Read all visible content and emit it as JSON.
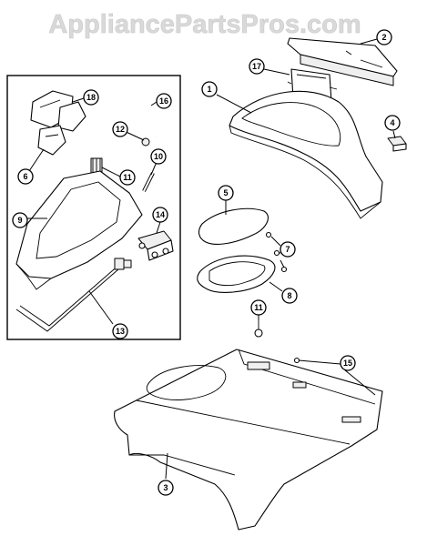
{
  "watermark": "AppliancePartsPros.com",
  "callouts": [
    {
      "label": "1"
    },
    {
      "label": "2"
    },
    {
      "label": "3"
    },
    {
      "label": "4"
    },
    {
      "label": "5"
    },
    {
      "label": "6"
    },
    {
      "label": "7"
    },
    {
      "label": "8"
    },
    {
      "label": "9"
    },
    {
      "label": "10"
    },
    {
      "label": "11"
    },
    {
      "label": "11"
    },
    {
      "label": "12"
    },
    {
      "label": "13"
    },
    {
      "label": "14"
    },
    {
      "label": "15"
    },
    {
      "label": "16"
    },
    {
      "label": "17"
    },
    {
      "label": "18"
    }
  ]
}
